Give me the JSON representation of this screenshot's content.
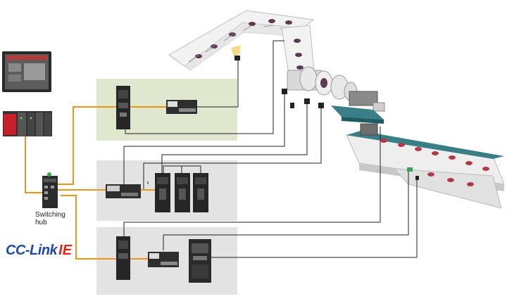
{
  "labels": {
    "hub_line1": "Switching",
    "hub_line2": "hub",
    "logo_part1": "CC-Link",
    "logo_part2": "IE"
  },
  "colors": {
    "ethernet_cable": "#e8961e",
    "signal_wire": "#222222",
    "zone_green": "#dfe8cf",
    "zone_gray": "#e3e3e3",
    "logo_blue": "#1e4aa8",
    "logo_red": "#d8261a",
    "plc_red": "#c8202a"
  },
  "icons": [
    "hmi-panel",
    "plc-rack",
    "switching-hub",
    "motion-controller",
    "servo-amplifier",
    "io-module",
    "inverter",
    "printing-press",
    "conveyor",
    "sensor"
  ]
}
